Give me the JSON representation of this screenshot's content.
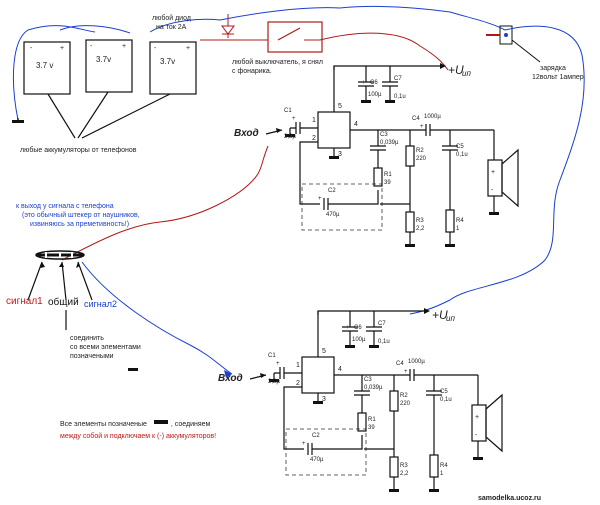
{
  "batteries": {
    "labels": [
      "3.7 v",
      "3.7v",
      "3.7v"
    ]
  },
  "diode_label": "любой диод\nна ток 2А",
  "switch_label": "любой выключатель, я снял\nс фонарика.",
  "charger_label": "зарядка\n12вольт 1ампер",
  "batteries_note": "любые  аккумуляторы от телефонов",
  "phone_note": {
    "line1": "к  выход у сигнала с телефона",
    "line2": "(это обычный штекер от наушников,",
    "line3": "извиняюсь за преметивность!)"
  },
  "plug_labels": {
    "signal1": "сигнал1",
    "common": "общий",
    "signal2": "сигнал2"
  },
  "connect_note": "соединить\nсо всеми элементами\nпозначеными",
  "bottom_note": {
    "line1a": "Все элементы позначеные",
    "line1b": ", соединяем",
    "line2": "между собой и подключаем к (-) аккумуляторов!"
  },
  "amp": {
    "supply": "+U",
    "supply_sub": "ип",
    "input": "Вход",
    "pins": [
      "1",
      "2",
      "3",
      "4",
      "5"
    ],
    "components": {
      "c1": "C1",
      "c1v": "2,2µ",
      "c2": "C2",
      "c2v": "470µ",
      "c3": "C3",
      "c3v": "0,039µ",
      "c4": "C4",
      "c4v": "1000µ",
      "c5": "C5",
      "c5v": "0,1u",
      "c6": "C6",
      "c6v": "100µ",
      "c7": "C7",
      "c7v": "0,1u",
      "r1": "R1",
      "r1v": "39",
      "r2": "R2",
      "r2v": "220",
      "r3": "R3",
      "r3v": "2,2",
      "r4": "R4",
      "r4v": "1"
    }
  },
  "watermark": "samodelka.ucoz.ru"
}
